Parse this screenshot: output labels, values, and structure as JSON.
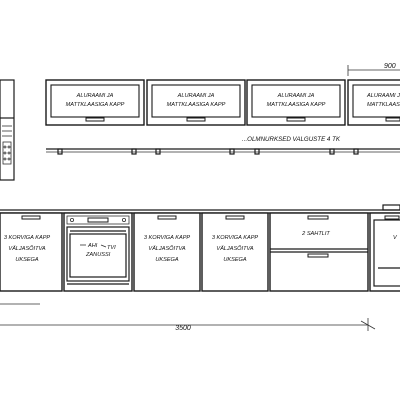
{
  "drawing": {
    "top_width_dim": "900",
    "wall_cabinet_label": "ALURAAMI JA MATTKLAASIGA KAPP",
    "lights_note": "...OLMNURKSED VALGUSTE 4 TK",
    "oven": {
      "label_line1": "AHI",
      "label_line2": "ZANUSSI"
    },
    "base_cabinets": [
      {
        "line1": "3 KORVIGA KAPP",
        "line2": "VÄLJASÕITVA",
        "line3": "UKSEGA"
      },
      {
        "line1": "3 KORVIGA KAPP",
        "line2": "VÄLJASÕITVA",
        "line3": "UKSEGA"
      },
      {
        "line1": "3 KORVIGA KAPP",
        "line2": "VÄLJASÕITVA",
        "line3": "UKSEGA"
      }
    ],
    "drawer_unit_label": "2 SAHTLIT",
    "total_width_dim": "3500",
    "edge_letter": "V"
  }
}
